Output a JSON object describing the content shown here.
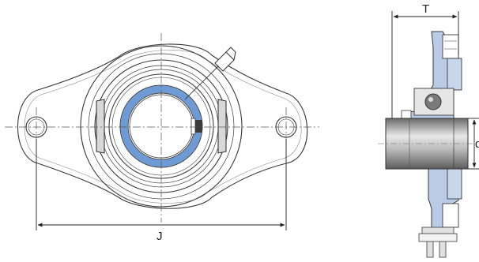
{
  "dimensions": {
    "width_label": "J",
    "thickness_label": "T",
    "bore_label": "d"
  },
  "colors": {
    "line": "#3a3a3a",
    "blue_insert": "#6e9ad6",
    "light_blue": "#b9cbe6",
    "shaft_gray": "#9a9a9a",
    "background": "#ffffff"
  }
}
